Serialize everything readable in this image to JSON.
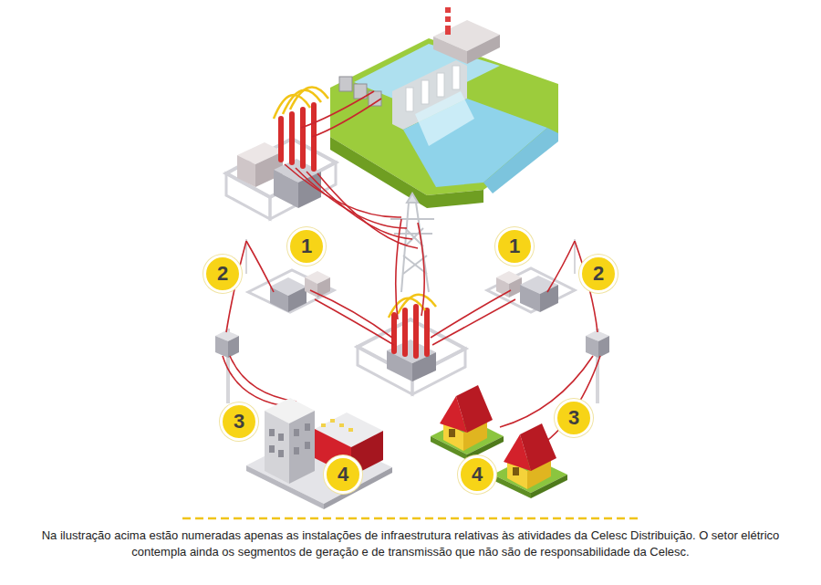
{
  "diagram": {
    "caption": "Na ilustração acima estão numeradas apenas as instalações de infraestrutura relativas às atividades da Celesc Distribuição. O setor elétrico contempla ainda os segmentos de geração e de transmissão que não são de responsabilidade da Celesc.",
    "labels": [
      "1",
      "1",
      "2",
      "2",
      "3",
      "3",
      "4",
      "4"
    ]
  }
}
